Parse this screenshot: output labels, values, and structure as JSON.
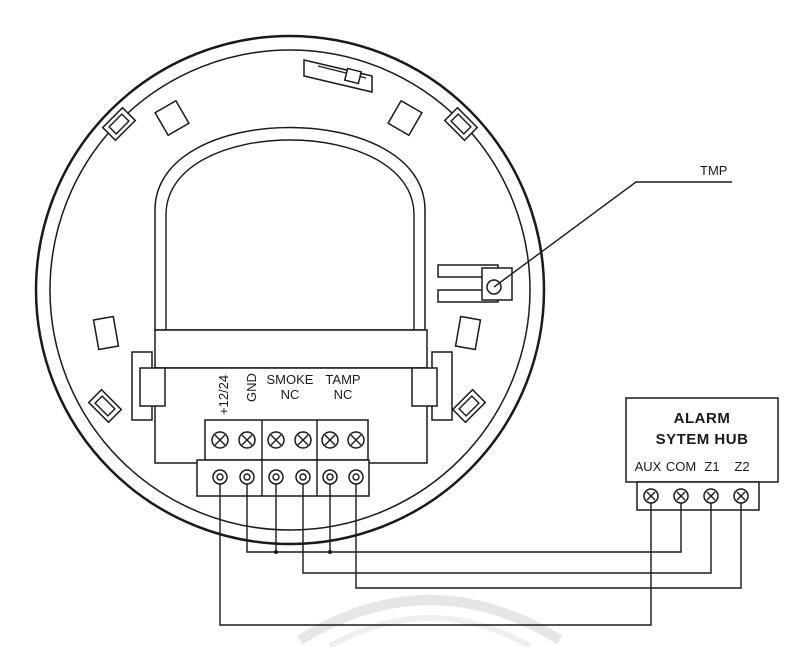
{
  "detector": {
    "callout_label": "TMP",
    "terminals": [
      {
        "label": "+12/24"
      },
      {
        "label": "GND"
      },
      {
        "label": "SMOKE",
        "sublabel": "NC"
      },
      {
        "label": "TAMP",
        "sublabel": "NC"
      }
    ]
  },
  "hub": {
    "title_line1": "ALARM",
    "title_line2": "SYTEM HUB",
    "terminals": [
      "AUX",
      "COM",
      "Z1",
      "Z2"
    ]
  },
  "colors": {
    "line": "#1a1a1a",
    "background": "#ffffff",
    "watermark": "#e6e6e6"
  }
}
